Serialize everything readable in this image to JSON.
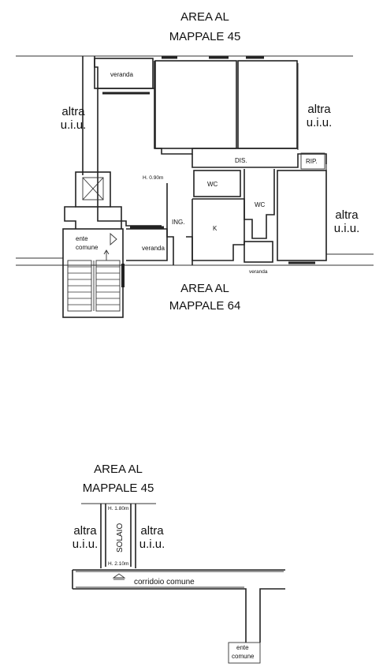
{
  "plan_top": {
    "area_north": [
      "AREA AL",
      "MAPPALE 45"
    ],
    "area_south": [
      "AREA AL",
      "MAPPALE 64"
    ],
    "altra_left": [
      "altra",
      "u.i.u."
    ],
    "altra_right_top": [
      "altra",
      "u.i.u."
    ],
    "altra_right_bottom": [
      "altra",
      "u.i.u."
    ],
    "rooms": {
      "veranda_top": "veranda",
      "veranda_bottom": "veranda",
      "veranda_right": "veranda",
      "dis": "DIS.",
      "rip": "RIP.",
      "wc1": "WC",
      "wc2": "WC",
      "k": "K",
      "ing": "ING.",
      "height": "H. 0.90m",
      "ente_comune": [
        "ente",
        "comune"
      ]
    }
  },
  "plan_bottom": {
    "area_north": [
      "AREA AL",
      "MAPPALE 45"
    ],
    "altra_left": [
      "altra",
      "u.i.u."
    ],
    "altra_right": [
      "altra",
      "u.i.u."
    ],
    "solaio": "SOLAIO",
    "height_top": "H. 1.80m",
    "height_bottom": "H. 2.10m",
    "corridoio": "corridoio comune",
    "ente_comune": [
      "ente",
      "comune"
    ]
  }
}
